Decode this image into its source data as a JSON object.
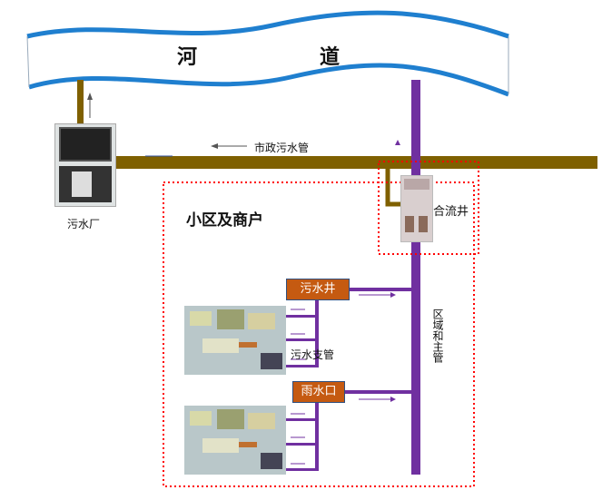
{
  "river": {
    "label_left": "河",
    "label_right": "道"
  },
  "labels": {
    "municipal_pipe": "市政污水管",
    "plant": "污水厂",
    "combined_well": "合流井",
    "community": "小区及商户",
    "sewage_well": "污水井",
    "rain_inlet": "雨水口",
    "branch_pipe": "污水支管",
    "main_pipe": "区域和主管"
  },
  "colors": {
    "sewer": "#7f6000",
    "purple": "#7030a0",
    "orange": "#c55a11",
    "river": "#1f7fcf",
    "dashed": "#ff0000"
  }
}
